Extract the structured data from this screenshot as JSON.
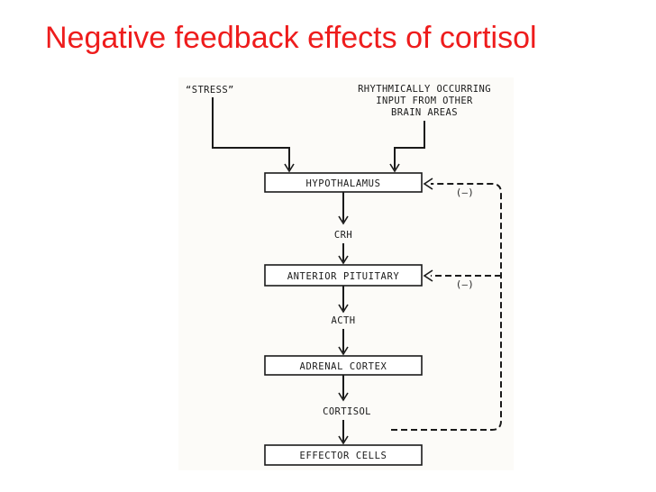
{
  "title": "Negative feedback effects of cortisol",
  "diagram": {
    "inputs": {
      "stress": "“STRESS”",
      "rhythmic_line1": "RHYTHMICALLY OCCURRING",
      "rhythmic_line2": "INPUT FROM OTHER",
      "rhythmic_line3": "BRAIN AREAS"
    },
    "boxes": {
      "hypothalamus": "HYPOTHALAMUS",
      "anterior_pituitary": "ANTERIOR PITUITARY",
      "adrenal_cortex": "ADRENAL CORTEX",
      "effector_cells": "EFFECTOR CELLS"
    },
    "hormones": {
      "crh": "CRH",
      "acth": "ACTH",
      "cortisol": "CORTISOL"
    },
    "feedback": {
      "to_hypothalamus": "(–)",
      "to_pituitary": "(–)"
    }
  }
}
